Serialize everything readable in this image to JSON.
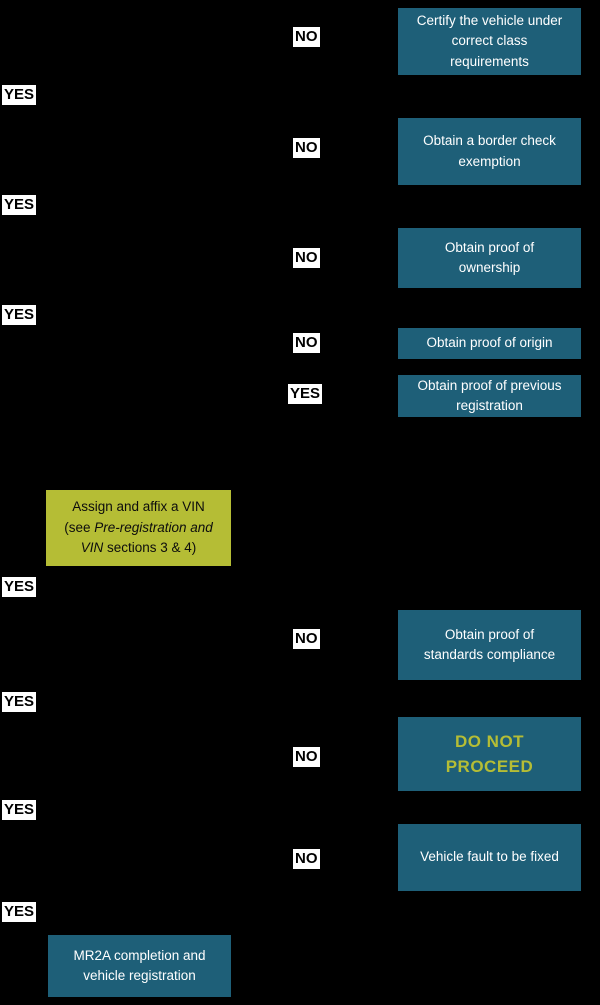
{
  "diagram": {
    "colors": {
      "background": "#000000",
      "teal": "#1e5f78",
      "green": "#b5bd35",
      "label_bg": "#ffffff",
      "label_text": "#000000"
    },
    "labels": {
      "yes": "YES",
      "no": "NO"
    },
    "outcomes": [
      {
        "text": "Certify the vehicle under correct class requirements"
      },
      {
        "text": "Obtain a border check exemption"
      },
      {
        "text": "Obtain proof of ownership"
      },
      {
        "text": "Obtain proof of origin"
      },
      {
        "text": "Obtain proof of previous registration"
      },
      {
        "text": "Obtain proof of standards compliance"
      },
      {
        "text": "DO NOT PROCEED"
      },
      {
        "text": "Vehicle fault to be fixed"
      },
      {
        "text": "MR2A completion and vehicle registration"
      }
    ],
    "vin_box": {
      "line1": "Assign and affix a VIN",
      "line2_prefix": "(see ",
      "line2_italic": "Pre-registration and",
      "line3_italic": "VIN",
      "line3_suffix": " sections 3 & 4)"
    }
  }
}
